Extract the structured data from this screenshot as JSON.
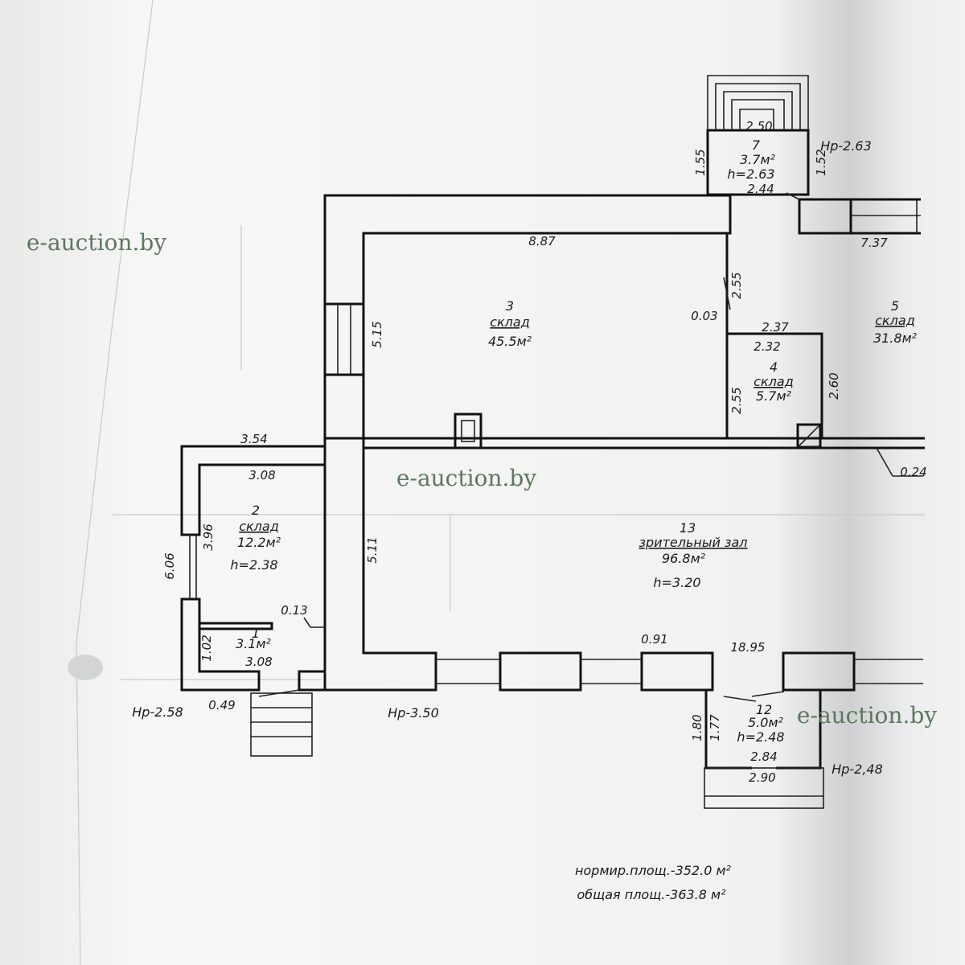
{
  "rooms": [
    {
      "number": "2",
      "name": "склад",
      "area": "12.2м²",
      "height": "h=2.38"
    },
    {
      "number": "3",
      "name": "склад",
      "area": "45.5м²"
    },
    {
      "number": "4",
      "name": "склад",
      "area": "5.7м²"
    },
    {
      "number": "5",
      "name": "склад",
      "area": "31.8м²"
    },
    {
      "number": "7",
      "area": "3.7м²",
      "height": "h=2.63"
    },
    {
      "number": "12",
      "area": "5.0м²",
      "height": "h=2.48"
    },
    {
      "number": "13",
      "name": "зрительный зал",
      "area": "96.8м²",
      "height": "h=3.20"
    },
    {
      "number": "1",
      "area": "3.1м²"
    }
  ],
  "dimensions": {
    "d_2_50": "2.50",
    "d_1_55": "1.55",
    "d_1_52": "1.52",
    "d_2_44": "2.44",
    "d_8_87": "8.87",
    "d_7_37": "7.37",
    "d_2_55_top": "2.55",
    "d_0_03": "0.03",
    "d_5_15": "5.15",
    "d_2_37": "2.37",
    "d_2_32": "2.32",
    "d_2_55_bottom": "2.55",
    "d_2_60": "2.60",
    "d_3_54": "3.54",
    "d_3_08_top": "3.08",
    "d_0_24": "0.24",
    "d_3_96": "3.96",
    "d_6_06": "6.06",
    "d_5_11": "5.11",
    "d_0_13": "0.13",
    "d_1_02": "1.02",
    "d_3_08_bottom": "3.08",
    "d_0_91": "0.91",
    "d_18_95": "18.95",
    "d_0_49": "0.49",
    "d_1_80": "1.80",
    "d_1_77": "1.77",
    "d_2_84": "2.84",
    "d_2_90": "2.90"
  },
  "levels": {
    "lvl_2_63": "Нр-2.63",
    "lvl_2_58": "Нр-2.58",
    "lvl_3_50": "Нр-3.50",
    "lvl_2_48": "Нр-2,48"
  },
  "totals": {
    "normative": "нормир.площ.-352.0 м²",
    "total": "общая площ.-363.8 м²"
  },
  "watermarks": [
    "e-auction.by",
    "e-auction.by",
    "e-auction.by"
  ]
}
